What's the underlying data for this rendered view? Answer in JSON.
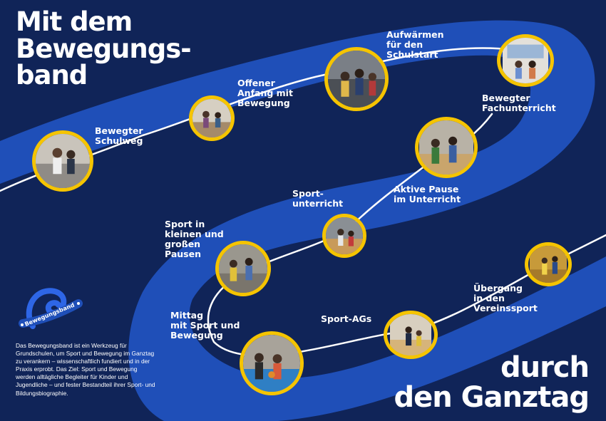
{
  "title_top": [
    "Mit dem",
    "Bewegungs-",
    "band"
  ],
  "title_bottom": [
    "durch",
    "den Ganztag"
  ],
  "stations": [
    {
      "label": "Bewegter\nSchulweg",
      "photo_icon": "walking-children-photo"
    },
    {
      "label": "Offener\nAnfang mit\nBewegung",
      "photo_icon": "classroom-activity-photo"
    },
    {
      "label": "Aufwärmen\nfür den\nSchulstart",
      "photo_icon": "group-gathering-photo"
    },
    {
      "label": "Bewegter\nFachunterricht",
      "photo_icon": "classroom-exercise-photo"
    },
    {
      "label": "Aktive Pause\nim Unterricht",
      "photo_icon": "gym-hall-photo"
    },
    {
      "label": "Sport-\nunterricht",
      "photo_icon": "sports-lesson-photo"
    },
    {
      "label": "Sport in\nkleinen und\ngroßen\nPausen",
      "photo_icon": "schoolyard-play-photo"
    },
    {
      "label": "Mittag\nmit Sport und\nBewegung",
      "photo_icon": "lunch-sports-photo"
    },
    {
      "label": "Sport-AGs",
      "photo_icon": "sports-club-photo"
    },
    {
      "label": "Übergang\nin den\nVereinssport",
      "photo_icon": "basketball-photo"
    }
  ],
  "logo_text": "Bewegungsband",
  "description": "Das Bewegungsband ist ein Werkzeug für Grundschulen, um Sport und Bewegung im Ganztag zu verankern – wissenschaftlich fundiert und in der Praxis erprobt. Das Ziel: Sport und Bewegung werden alltägliche Begleiter für Kinder und Jugendliche – und fester Bestandteil ihrer Sport- und Bildungsbiographie.",
  "colors": {
    "background": "#102458",
    "band": "#1f4fb8",
    "ring": "#f5c400",
    "text": "#ffffff"
  }
}
